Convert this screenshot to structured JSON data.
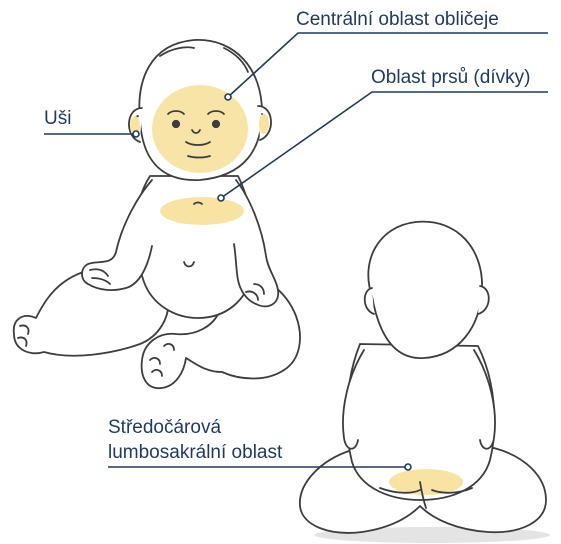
{
  "labels": {
    "face": "Centrální oblast obličeje",
    "breast": "Oblast prsů (dívky)",
    "ears": "Uši",
    "lumbosacral_line1": "Středočárová",
    "lumbosacral_line2": "lumbosakrální oblast"
  },
  "colors": {
    "outline": "#3d3d3d",
    "highlight": "#f9e3a3",
    "leader": "#1e3a5f",
    "text": "#1e3a5f",
    "shadow": "#e4e4e4"
  }
}
